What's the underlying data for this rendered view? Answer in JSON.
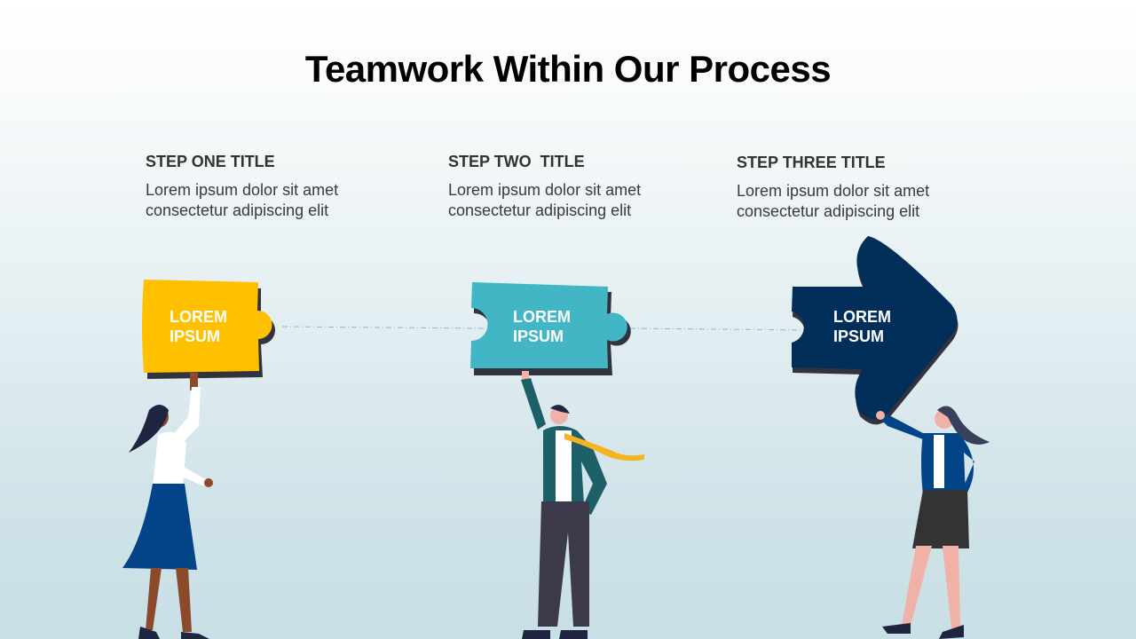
{
  "title": "Teamwork Within Our Process",
  "steps": [
    {
      "title": "STEP ONE TITLE",
      "text": "Lorem ipsum dolor sit amet consectetur adipiscing elit",
      "piece_line1": "LOREM",
      "piece_line2": "IPSUM",
      "color": "#FFC000"
    },
    {
      "title": "STEP TWO  TITLE",
      "text": "Lorem ipsum dolor sit amet consectetur adipiscing elit",
      "piece_line1": "LOREM",
      "piece_line2": "IPSUM",
      "color": "#42B6C4"
    },
    {
      "title": "STEP THREE TITLE",
      "text": "Lorem ipsum dolor sit amet consectetur adipiscing elit",
      "piece_line1": "LOREM",
      "piece_line2": "IPSUM",
      "color": "#022E5A"
    }
  ]
}
